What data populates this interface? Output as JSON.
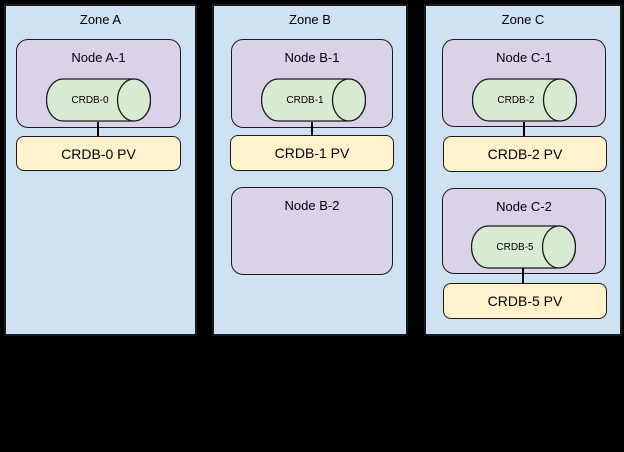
{
  "diagram": {
    "background": "#000000",
    "colors": {
      "zone_fill": "#cfe2f3",
      "node_fill": "#d9d2e9",
      "db_fill": "#d9ead3",
      "pv_fill": "#fff2cc",
      "shape_border": "#1a1a1a",
      "connector": "#000000"
    },
    "zones": [
      {
        "label": "Zone A",
        "nodes": [
          {
            "label": "Node A-1",
            "db": "CRDB-0"
          }
        ],
        "pvs": [
          "CRDB-0 PV"
        ]
      },
      {
        "label": "Zone B",
        "nodes": [
          {
            "label": "Node B-1",
            "db": "CRDB-1"
          },
          {
            "label": "Node B-2"
          }
        ],
        "pvs": [
          "CRDB-1 PV"
        ]
      },
      {
        "label": "Zone C",
        "nodes": [
          {
            "label": "Node C-1",
            "db": "CRDB-2"
          },
          {
            "label": "Node C-2",
            "db": "CRDB-5"
          }
        ],
        "pvs": [
          "CRDB-2 PV",
          "CRDB-5 PV"
        ]
      }
    ]
  }
}
